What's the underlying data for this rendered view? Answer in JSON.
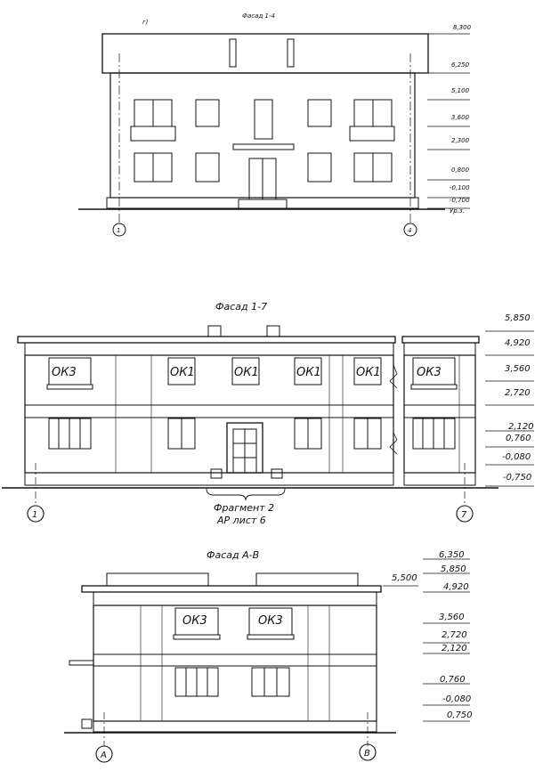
{
  "sheet": {
    "facade_1_4": {
      "title": "Фасад 1-4",
      "panel_letter": "г)",
      "levels": [
        "8,300",
        "6,250",
        "5,100",
        "3,600",
        "2,300",
        "0,800",
        "-0,100",
        "-0,700",
        "Ур.з."
      ],
      "axes": [
        "1",
        "4"
      ]
    },
    "facade_1_7": {
      "title": "Фасад 1-7",
      "levels": [
        "5,850",
        "4,920",
        "3,560",
        "2,720",
        "2,120",
        "0,760",
        "-0,080",
        "-0,750"
      ],
      "axes": [
        "1",
        "7"
      ],
      "window_tags": [
        "ОК3",
        "ОК1",
        "ОК1",
        "ОК1",
        "ОК1",
        "ОК3"
      ],
      "fragment_note_line1": "Фрагмент 2",
      "fragment_note_line2": "АР лист 6"
    },
    "facade_a_v": {
      "title": "Фасад А-В",
      "levels": [
        "6,350",
        "5,850",
        "4,920",
        "3,560",
        "2,720",
        "2,120",
        "0,760",
        "-0,080",
        "0,750"
      ],
      "side_level": "5,500",
      "axes": [
        "А",
        "В"
      ],
      "window_tags": [
        "ОК3",
        "ОК3"
      ]
    }
  }
}
